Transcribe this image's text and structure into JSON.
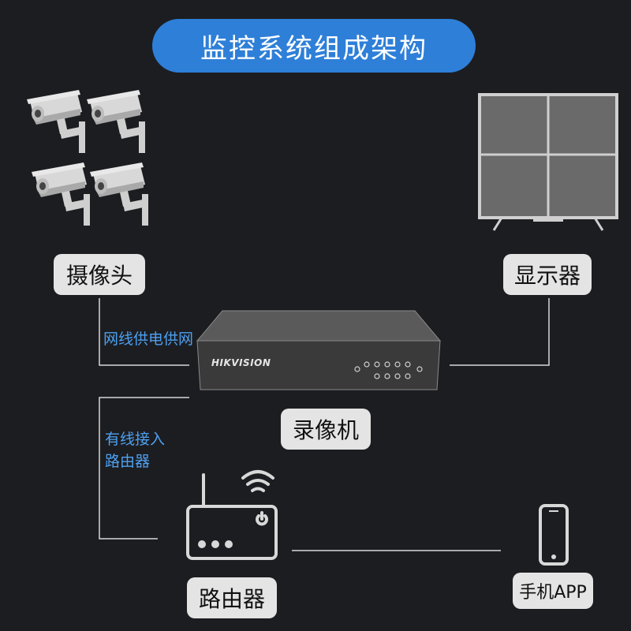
{
  "title": "监控系统组成架构",
  "labels": {
    "camera": "摄像头",
    "display": "显示器",
    "nvr": "录像机",
    "router": "路由器",
    "phone": "手机APP"
  },
  "annotations": {
    "poe": "网线供电供网",
    "wired_line1": "有线接入",
    "wired_line2": "路由器"
  },
  "nvr_brand": "HIKVISION",
  "colors": {
    "background": "#1c1d21",
    "title_pill": "#2e7fd8",
    "label_box": "#e4e4e4",
    "annotation_text": "#4ea0f0",
    "icon": "#d8d8d8"
  }
}
